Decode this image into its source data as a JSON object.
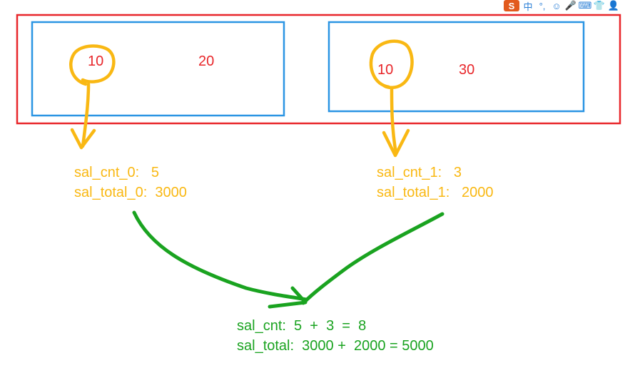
{
  "colors": {
    "outer_box": "#e8262a",
    "inner_box": "#2b95e3",
    "number_text": "#e8262a",
    "orange": "#f9b813",
    "green": "#1aa320",
    "ime_logo_bg": "#e25a1d",
    "ime_icon": "#2b7fd6"
  },
  "partition_0": {
    "value_a": "10",
    "value_b": "20",
    "result_line1": "sal_cnt_0:   5",
    "result_line2": "sal_total_0:  3000"
  },
  "partition_1": {
    "value_a": "10",
    "value_b": "30",
    "result_line1": "sal_cnt_1:   3",
    "result_line2": "sal_total_1:   2000"
  },
  "merged": {
    "line1": "sal_cnt:  5  +  3  =  8",
    "line2": "sal_total:  3000 +  2000 = 5000"
  },
  "ime_toolbar": {
    "logo": "S",
    "lang": "中",
    "items": [
      "punct-icon",
      "emoji-icon",
      "mic-icon",
      "keyboard-icon",
      "skin-icon",
      "user-icon"
    ],
    "item_glyphs": [
      "°,",
      "☺",
      "🎤",
      "⌨",
      "👕",
      "👤"
    ]
  }
}
